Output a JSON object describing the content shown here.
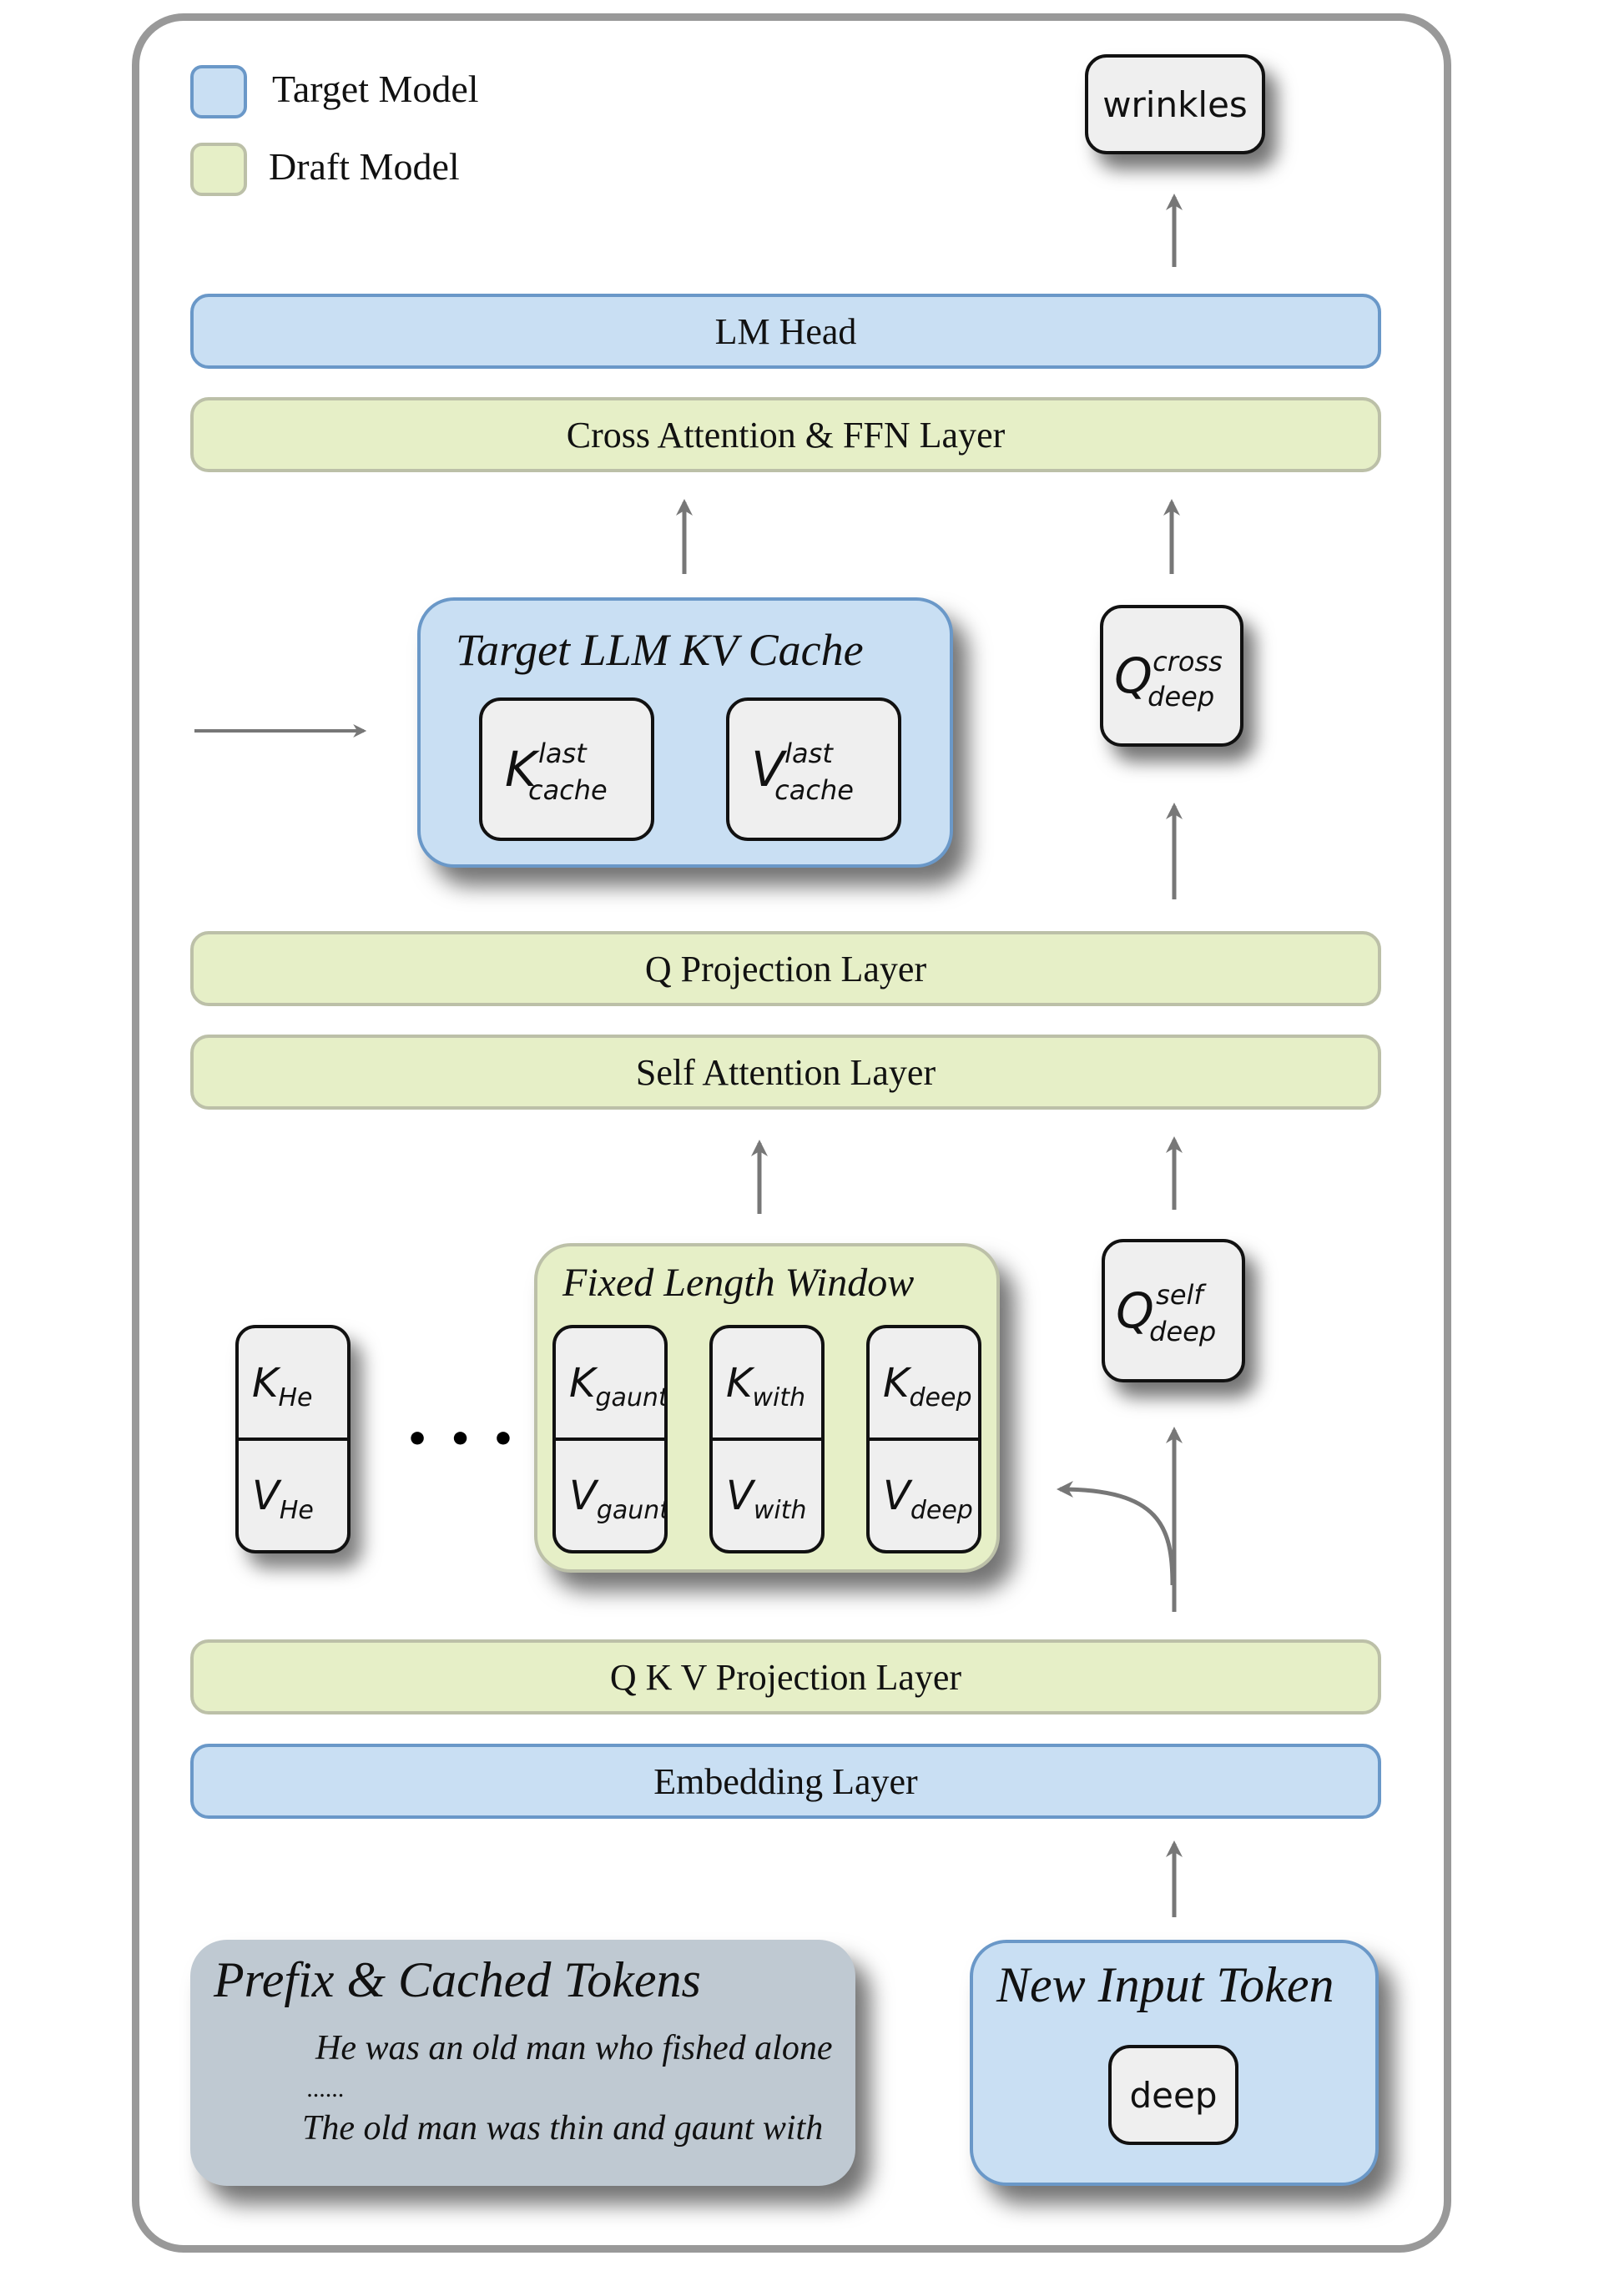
{
  "legend": {
    "items": [
      {
        "label": "Target Model",
        "color": "#c9dff3",
        "border": "#6a98c8"
      },
      {
        "label": "Draft Model",
        "color": "#e6efc7",
        "border": "#bcc0a8"
      }
    ]
  },
  "output_token": "wrinkles",
  "layers": {
    "lm_head": "LM Head",
    "cross_attention": "Cross Attention & FFN Layer",
    "q_projection": "Q Projection Layer",
    "self_attention": "Self Attention Layer",
    "qkv_projection": "Q K V Projection Layer",
    "embedding": "Embedding Layer"
  },
  "kv_cache": {
    "title": "Target LLM KV Cache",
    "k": {
      "main": "K",
      "sup": "last",
      "sub": "cache"
    },
    "v": {
      "main": "V",
      "sup": "last",
      "sub": "cache"
    }
  },
  "q_cross": {
    "main": "Q",
    "sup": "cross",
    "sub": "deep"
  },
  "q_self": {
    "main": "Q",
    "sup": "self",
    "sub": "deep"
  },
  "fixed_window": {
    "title": "Fixed Length Window",
    "pairs": [
      {
        "k": "K",
        "k_sub": "gaunt",
        "v": "V",
        "v_sub": "gaunt"
      },
      {
        "k": "K",
        "k_sub": "with",
        "v": "V",
        "v_sub": "with"
      },
      {
        "k": "K",
        "k_sub": "deep",
        "v": "V",
        "v_sub": "deep"
      }
    ]
  },
  "evicted_pair": {
    "k": "K",
    "k_sub": "He",
    "v": "V",
    "v_sub": "He"
  },
  "ellipsis": "• • •",
  "prefix": {
    "title": "Prefix & Cached Tokens",
    "line1": "He was an old man who fished alone",
    "dots": "......",
    "line2": "The old man was thin and gaunt with"
  },
  "new_input": {
    "title": "New Input Token",
    "token": "deep"
  },
  "colors": {
    "target_fill": "#c9dff3",
    "target_border": "#6a98c8",
    "draft_fill": "#e6efc7",
    "draft_border": "#bcc0a8",
    "prefix_fill": "#bfc9d2",
    "token_fill": "#efefef",
    "arrow": "#777777",
    "frame": "#999999"
  }
}
